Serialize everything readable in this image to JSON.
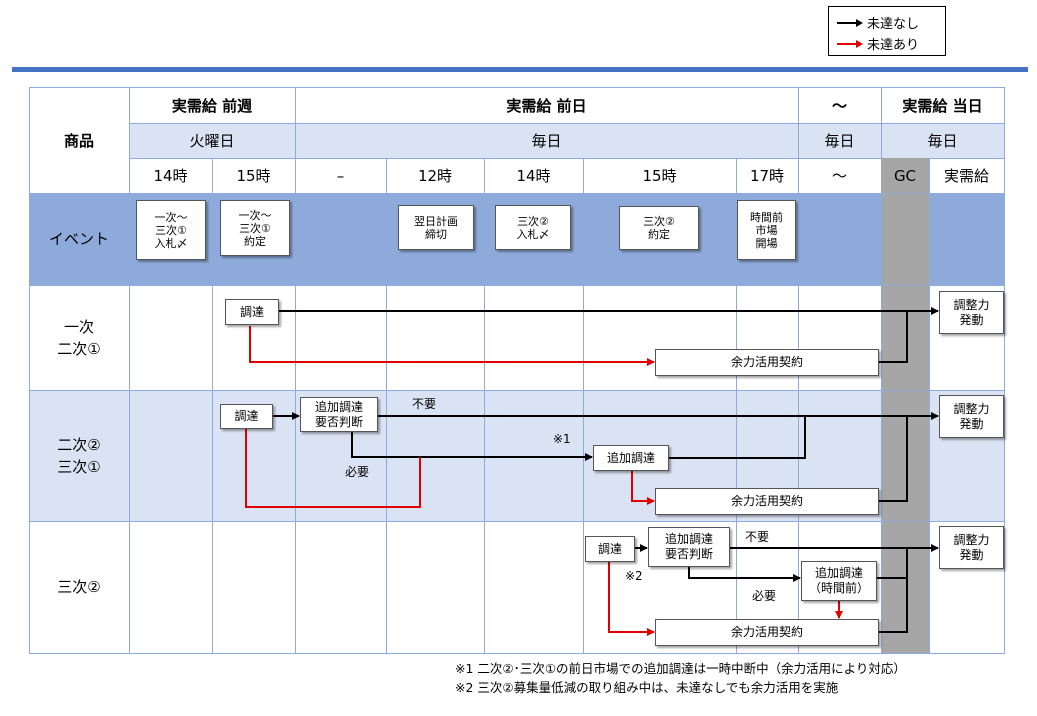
{
  "legend": {
    "unmet_none": "未達なし",
    "unmet_exists": "未達あり",
    "black_color": "#000000",
    "red_color": "#e00000"
  },
  "colors": {
    "header_blue": "#dae3f3",
    "event_blue": "#8eaadb",
    "row_blue": "#dae3f3",
    "gc_gray": "#a6a6a6",
    "bar_blue": "#4472c4"
  },
  "header": {
    "product": "商品",
    "week_before": "実需給 前週",
    "day_before": "実需給 前日",
    "tilde": "〜",
    "same_day": "実需給 当日",
    "tuesday": "火曜日",
    "daily_1": "毎日",
    "daily_2": "毎日",
    "daily_3": "毎日",
    "times": [
      "14時",
      "15時",
      "–",
      "12時",
      "14時",
      "15時",
      "17時",
      "〜",
      "GC",
      "実需給"
    ]
  },
  "rows": {
    "event": "イベント",
    "row1": "一次\n二次①",
    "row2": "二次②\n三次①",
    "row3": "三次②"
  },
  "events": {
    "e1": "一次〜\n三次①\n入札〆",
    "e2": "一次〜\n三次①\n約定",
    "e3": "翌日計画\n締切",
    "e4": "三次②\n入札〆",
    "e5": "三次②\n約定",
    "e6": "時間前\n市場\n開場"
  },
  "flow": {
    "r1_procure": "調達",
    "r1_reserve": "余力活用契約",
    "r1_adjust": "調整力\n発動",
    "r2_procure": "調達",
    "r2_decide": "追加調達\n要否判断",
    "r2_notneeded": "不要",
    "r2_needed": "必要",
    "r2_note1": "※1",
    "r2_additional": "追加調達",
    "r2_reserve": "余力活用契約",
    "r2_adjust": "調整力\n発動",
    "r3_procure": "調達",
    "r3_decide": "追加調達\n要否判断",
    "r3_notneeded": "不要",
    "r3_note2": "※2",
    "r3_needed": "必要",
    "r3_additional": "追加調達\n（時間前）",
    "r3_reserve": "余力活用契約",
    "r3_adjust": "調整力\n発動"
  },
  "footnotes": {
    "n1": "※1 二次②･三次①の前日市場での追加調達は一時中断中（余力活用により対応）",
    "n2": "※2 三次②募集量低減の取り組み中は、未達なしでも余力活用を実施"
  }
}
